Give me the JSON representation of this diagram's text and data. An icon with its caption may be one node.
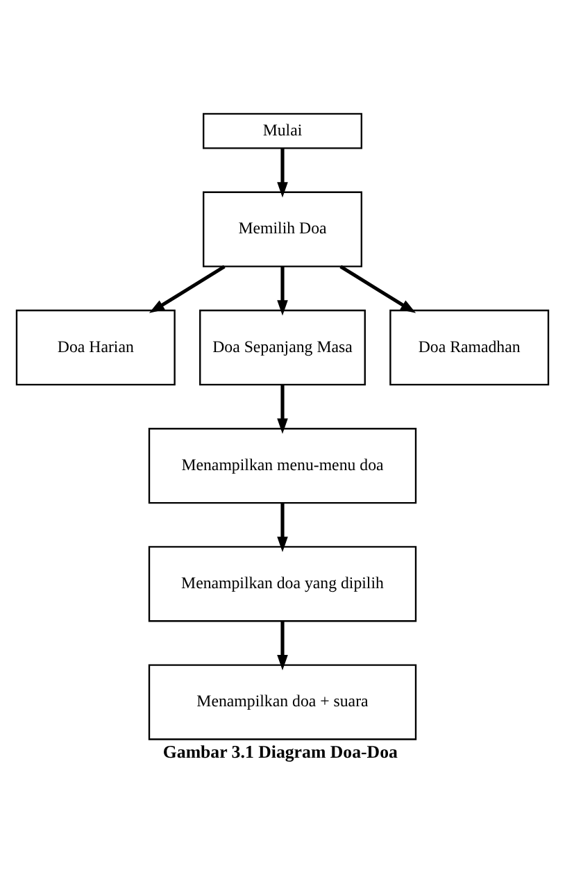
{
  "diagram": {
    "caption": "Gambar 3.1 Diagram Doa-Doa",
    "nodes": [
      {
        "text": [
          "Mulai"
        ]
      },
      {
        "text": [
          "Memilih Doa"
        ]
      },
      {
        "text": [
          "Doa Harian"
        ]
      },
      {
        "text": [
          "Doa Sepanjang Masa"
        ]
      },
      {
        "text": [
          "Doa Ramadhan"
        ]
      },
      {
        "text": [
          "Menampilkan menu-menu doa"
        ]
      },
      {
        "text": [
          "Menampilkan doa yang dipilih"
        ]
      },
      {
        "text": [
          "Menampilkan doa + suara"
        ]
      }
    ],
    "edges": [
      {
        "from": 0,
        "to": 1,
        "arrow": "to"
      },
      {
        "from": 1,
        "to": 2,
        "arrow": "to"
      },
      {
        "from": 1,
        "to": 3,
        "arrow": "to"
      },
      {
        "from": 1,
        "to": 4,
        "arrow": "to"
      },
      {
        "from": 3,
        "to": 5,
        "arrow": "to"
      },
      {
        "from": 5,
        "to": 6,
        "arrow": "to"
      },
      {
        "from": 6,
        "to": 7,
        "arrow": "to"
      }
    ]
  }
}
